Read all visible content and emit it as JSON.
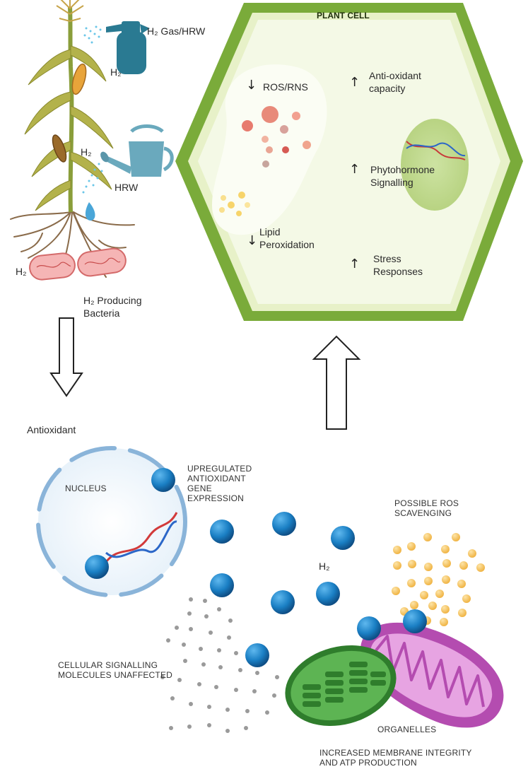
{
  "plant_section": {
    "spray_label": "H₂ Gas/HRW",
    "h2_top": "H₂",
    "h2_mid": "H₂",
    "hrw_label": "HRW",
    "h2_roots": "H₂",
    "bacteria_label_line1": "H₂ Producing",
    "bacteria_label_line2": "Bacteria"
  },
  "plant_cell": {
    "title": "PLANT CELL",
    "ros_label": "ROS/RNS",
    "lipid_line1": "Lipid",
    "lipid_line2": "Peroxidation",
    "antioxidant_line1": "Anti-oxidant",
    "antioxidant_line2": "capacity",
    "phyto_line1": "Phytohormone",
    "phyto_line2": "Signalling",
    "stress_line1": "Stress",
    "stress_line2": "Responses",
    "down_symbol": "↓",
    "up_symbol": "↑"
  },
  "lower_section": {
    "antioxidant_heading": "Antioxidant",
    "nucleus_label": "NUCLEUS",
    "gene_line1": "UPREGULATED",
    "gene_line2": "ANTIOXIDANT",
    "gene_line3": "GENE",
    "gene_line4": "EXPRESSION",
    "ros_scav_line1": "POSSIBLE ROS",
    "ros_scav_line2": "SCAVENGING",
    "h2_center": "H₂",
    "signal_line1": "CELLULAR SIGNALLING",
    "signal_line2": "MOLECULES UNAFFECTED",
    "organelles_label": "ORGANELLES",
    "membrane_line1": "INCREASED MEMBRANE INTEGRITY",
    "membrane_line2": "AND ATP PRODUCTION"
  },
  "colors": {
    "cell_wall": "#7aab3a",
    "cell_inner": "#f3f8e4",
    "h2_molecule": "#1a7fc4",
    "nucleus_edge": "#8ab4d9",
    "chloroplast": "#3f9b3a",
    "mitochondria": "#b44cb0",
    "ros_dot": "#f2b84b",
    "signal_dot": "#9a9a9a"
  }
}
